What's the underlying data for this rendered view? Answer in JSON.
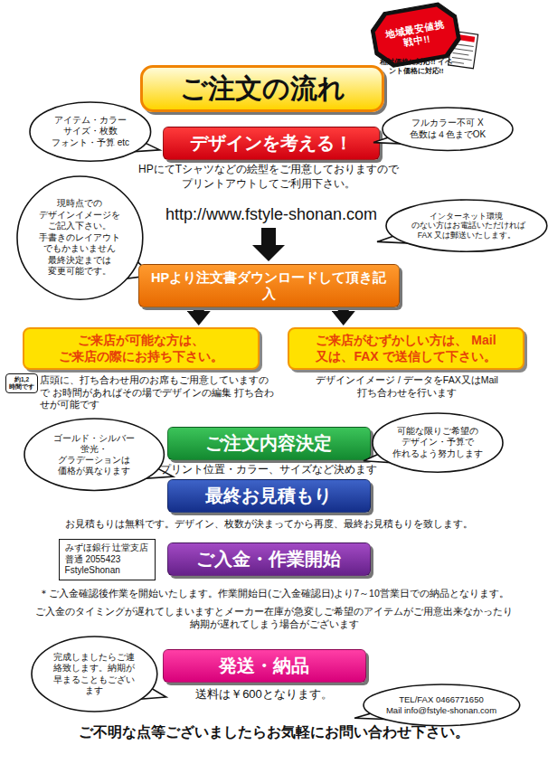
{
  "diagram": {
    "nodes": [
      {
        "text": [
          "地域最安値挑戦中!!"
        ]
      },
      {
        "text": [
          "ご注文の流れ"
        ]
      },
      {
        "text": [
          "アイテム・カラー サイズ・枚数 フォント・予算 etc"
        ]
      },
      {
        "text": [
          "デザインを考える！"
        ]
      },
      {
        "text": [
          "フルカラー不可 X 色数は４色までOK"
        ]
      },
      {
        "text": [
          "現時点での デザインイメージを ご記入下さい。 手書きのレイアウト でもかまいません 最終決定までは 変更可能です。"
        ]
      },
      {
        "text": [
          "インターネット環境 のない方はお電話いただければ FAX 又は郵送いたします。"
        ]
      },
      {
        "text": [
          "HPより注文書ダウンロードして頂き記入"
        ]
      },
      {
        "text": [
          "ご来店が可能な方は、 ご来店の際にお持ち下さい。"
        ]
      },
      {
        "text": [
          "ご来店がむずかしい方は、 Mail 又は、FAX で送信して下さい。"
        ]
      },
      {
        "text": [
          "約1,2 時間です"
        ]
      },
      {
        "text": [
          "ゴールド・シルバー 蛍光・グラデーションは 価格が異なります"
        ]
      },
      {
        "text": [
          "ご注文内容決定"
        ]
      },
      {
        "text": [
          "可能な限りご希望の デザイン・予算で 作れるよう努力します"
        ]
      },
      {
        "text": [
          "最終お見積もり"
        ]
      },
      {
        "text": [
          "みずほ銀行 辻堂支店",
          "普通 2055423",
          "FstyleShonan"
        ]
      },
      {
        "text": [
          "ご入金・作業開始"
        ]
      },
      {
        "text": [
          "完成しましたらご連絡致します。納期が早まることもございます"
        ]
      },
      {
        "text": [
          "発送・納品"
        ]
      },
      {
        "text": [
          "TEL/FAX 0466771650",
          "Mail info@fstyle-shonan.com"
        ]
      }
    ],
    "edges": [
      {
        "from": 7,
        "to": 8,
        "arrow": "to"
      },
      {
        "from": 7,
        "to": 9,
        "arrow": "to"
      }
    ],
    "labels": [
      "相対価格に対応!! イベント価格に対応!!",
      "HPにてTシャツなどの絵型をご用意しておりますので プリントアウトしてご利用下さい。",
      "http://www.fstyle-shonan.com",
      "店頭に、打ち合わせ用のお席もご用意していますので お時間があればその場でデザインの編集 打ち合わせが可能です",
      "デザインイメージ / データをFAX又はMail 打ち合わせを行います",
      "プリント位置・カラー、サイズなど決めます",
      "お見積もりは無料です。デザイン、枚数が決まってから再度、最終お見積もりを致します。",
      "＊ご入金確認後作業を開始いたします。作業開始日(ご入金確認日)より7～10営業日での納品となります。",
      "ご入金のタイミングが遅れてしまいますとメーカー在庫が急変しご希望のアイテムがご用意出来なかったり 納期が遅れてしまう場合がございます",
      "送料は￥600となります。",
      "ご不明な点等ございましたらお気軽にお問い合わせ下さい。"
    ]
  }
}
